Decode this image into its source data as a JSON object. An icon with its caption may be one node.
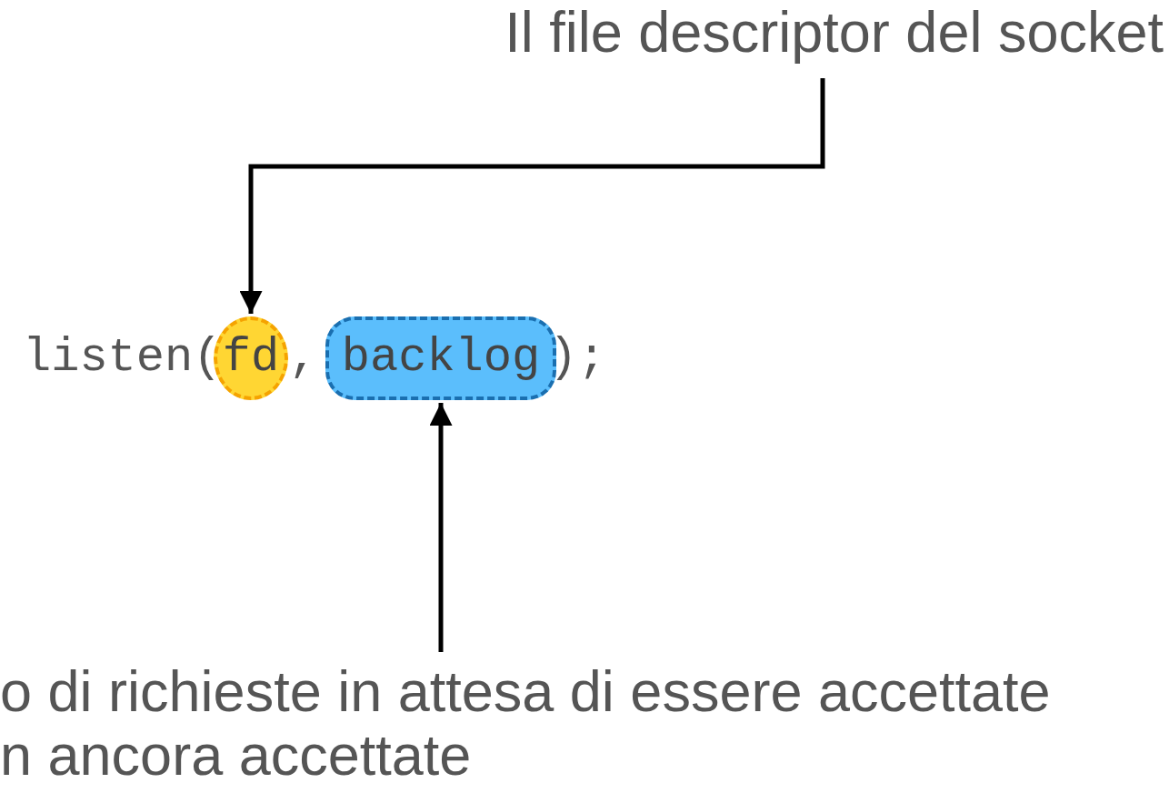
{
  "diagram": {
    "nodes": [
      {
        "text": [
          "Il file descriptor del socket"
        ]
      },
      {
        "text": [
          "fd"
        ]
      },
      {
        "text": [
          "backlog"
        ]
      },
      {
        "text": [
          "o di richieste in attesa di essere accettate n ancora accettate"
        ]
      }
    ],
    "edges": [
      {
        "from": 0,
        "to": 1,
        "arrow": "to"
      },
      {
        "from": 3,
        "to": 2,
        "arrow": "to"
      }
    ],
    "labels": [
      "listen(",
      ",",
      ");"
    ]
  }
}
